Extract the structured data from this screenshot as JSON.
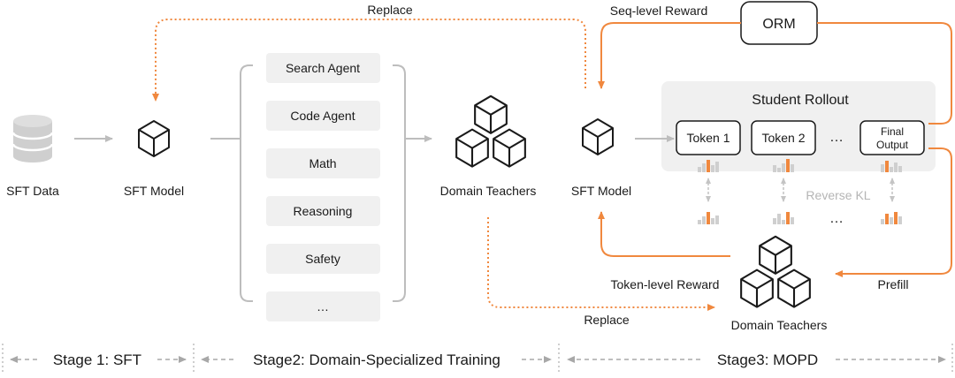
{
  "colors": {
    "accent": "#f0883e",
    "gray_line": "#bdbdbd",
    "panel": "#f0f0f0",
    "bar_gray": "#cfcfcf",
    "bar_orange": "#f0883e"
  },
  "icons": {
    "data": "database-icon",
    "model": "cube-icon",
    "teachers": "cube-stack-icon"
  },
  "sft_data": {
    "label": "SFT Data"
  },
  "sft_model_1": {
    "label": "SFT Model"
  },
  "domains": [
    "Search Agent",
    "Code Agent",
    "Math",
    "Reasoning",
    "Safety",
    "…"
  ],
  "domain_teachers_1": {
    "label": "Domain Teachers"
  },
  "sft_model_2": {
    "label": "SFT Model"
  },
  "orm": {
    "label": "ORM"
  },
  "rollout": {
    "title": "Student Rollout",
    "tokens": [
      "Token 1",
      "Token 2"
    ],
    "ellipsis": "…",
    "final_line1": "Final",
    "final_line2": "Output"
  },
  "reverse_kl": "Reverse KL",
  "teacher_ellipsis": "…",
  "domain_teachers_2": {
    "label": "Domain Teachers"
  },
  "arrows": {
    "replace_top": "Replace",
    "replace_bottom": "Replace",
    "seq_reward": "Seq-level Reward",
    "token_reward": "Token-level Reward",
    "prefill": "Prefill"
  },
  "stages": [
    "Stage 1: SFT",
    "Stage2: Domain-Specialized Training",
    "Stage3: MOPD"
  ]
}
